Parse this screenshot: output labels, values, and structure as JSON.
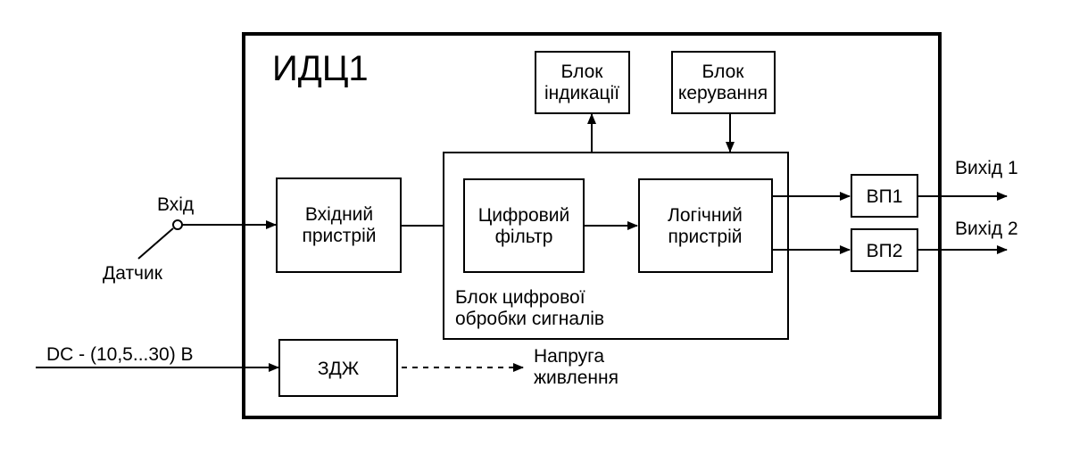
{
  "diagram": {
    "title": "ИДЦ1",
    "colors": {
      "line": "#000000",
      "background": "#ffffff"
    },
    "external": {
      "input_label": "Вхід",
      "sensor_label": "Датчик",
      "supply_label": "DC - (10,5...30) В",
      "output1_label": "Вихід 1",
      "output2_label": "Вихід 2",
      "power_label_line1": "Напруга",
      "power_label_line2": "живлення"
    },
    "blocks": {
      "input_device": {
        "line1": "Вхідний",
        "line2": "пристрій"
      },
      "indication": {
        "line1": "Блок",
        "line2": "індикації"
      },
      "control": {
        "line1": "Блок",
        "line2": "керування"
      },
      "dsp_block": {
        "line1": "Блок цифрової",
        "line2": "обробки сигналів"
      },
      "digital_filter": {
        "line1": "Цифровий",
        "line2": "фільтр"
      },
      "logic_device": {
        "line1": "Логічний",
        "line2": "пристрій"
      },
      "vp1": {
        "label": "ВП1"
      },
      "vp2": {
        "label": "ВП2"
      },
      "psu": {
        "label": "ЗДЖ"
      }
    }
  }
}
